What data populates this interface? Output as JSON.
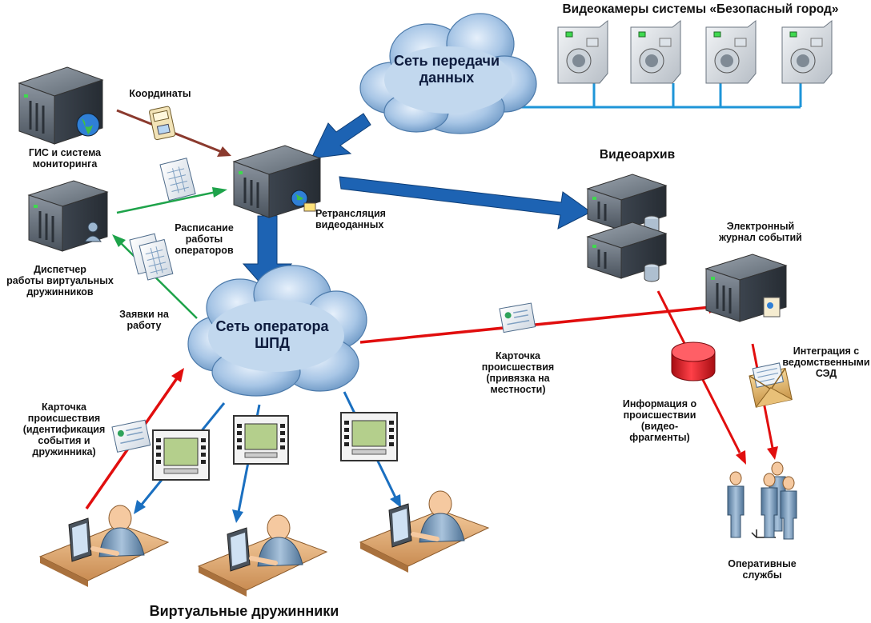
{
  "title_cameras": "Видеокамеры системы «Безопасный город»",
  "cloud_data_network": "Сеть передачи\nданных",
  "cloud_operator_network": "Сеть оператора\nШПД",
  "gis": "ГИС и система\nмониторинга",
  "coordinates": "Координаты",
  "dispatcher": "Диспетчер\nработы виртуальных\nдружинников",
  "schedule": "Расписание\nработы\nоператоров",
  "requests": "Заявки на\nработу",
  "relay": "Ретрансляция\nвидеоданных",
  "video_archive": "Видеоархив",
  "event_journal": "Электронный\nжурнал событий",
  "integration": "Интеграция с\nведомственными\nСЭД",
  "incident_card_location": "Карточка\nпроисшествия\n(привязка на\nместности)",
  "incident_info": "Информация о\nпроисшествии\n(видео-\nфрагменты)",
  "incident_card_identify": "Карточка\nпроисшествия\n(идентификация\nсобытия и\nдружинника)",
  "operative_services": "Оперативные\nслужбы",
  "virtual_volunteers": "Виртуальные дружинники",
  "colors": {
    "cloud": "#7fa7cf",
    "link_blue": "#1e95d8",
    "arrow_blue": "#1d63b3",
    "arrow_red": "#e10e0e",
    "arrow_green": "#1ea34a",
    "arrow_brown": "#8b3a2e",
    "server_dark": "#3f4a56",
    "database_red": "#d3141b",
    "person": "#6b8fb5"
  }
}
